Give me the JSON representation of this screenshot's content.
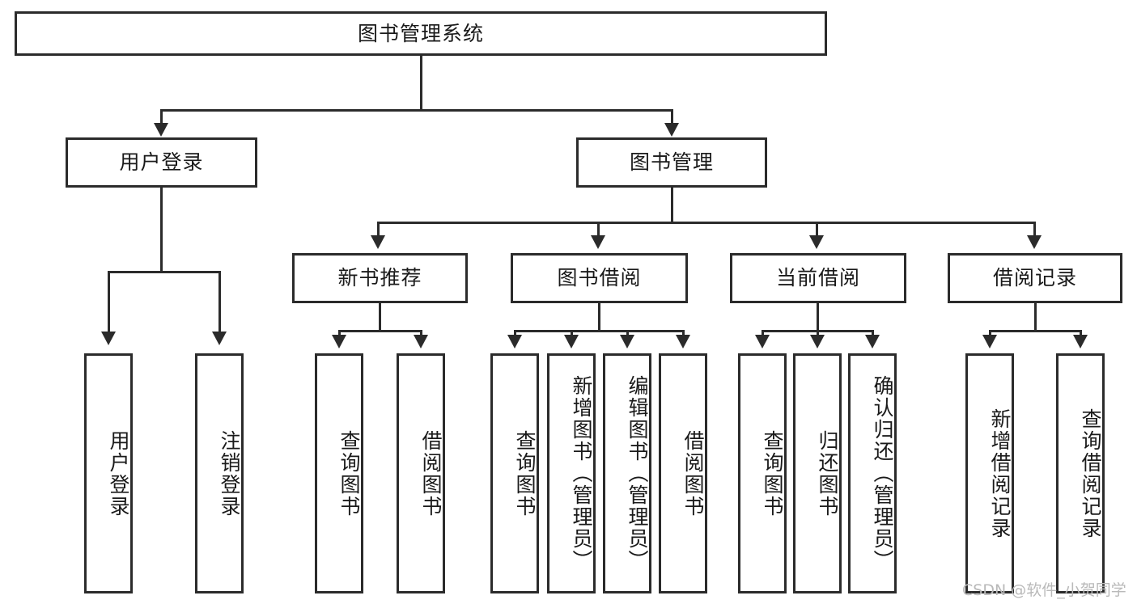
{
  "diagram": {
    "title": "图书管理系统",
    "type": "tree-hierarchy",
    "root": {
      "id": "root",
      "label": "图书管理系统"
    },
    "level2": [
      {
        "id": "user-login",
        "label": "用户登录"
      },
      {
        "id": "book-manage",
        "label": "图书管理"
      }
    ],
    "level3": [
      {
        "id": "new-book-recommend",
        "label": "新书推荐",
        "parent": "book-manage"
      },
      {
        "id": "book-borrow",
        "label": "图书借阅",
        "parent": "book-manage"
      },
      {
        "id": "current-borrow",
        "label": "当前借阅",
        "parent": "book-manage"
      },
      {
        "id": "borrow-record",
        "label": "借阅记录",
        "parent": "book-manage"
      }
    ],
    "leaves": [
      {
        "id": "leaf-user-login",
        "label": "用户登录",
        "parent": "user-login"
      },
      {
        "id": "leaf-logout-login",
        "label": "注销登录",
        "parent": "user-login"
      },
      {
        "id": "leaf-query-book-1",
        "label": "查询图书",
        "parent": "new-book-recommend"
      },
      {
        "id": "leaf-borrow-book-1",
        "label": "借阅图书",
        "parent": "new-book-recommend"
      },
      {
        "id": "leaf-query-book-2",
        "label": "查询图书",
        "parent": "book-borrow"
      },
      {
        "id": "leaf-add-book",
        "label": "新增图书（管理员）",
        "parent": "book-borrow"
      },
      {
        "id": "leaf-edit-book",
        "label": "编辑图书（管理员）",
        "parent": "book-borrow"
      },
      {
        "id": "leaf-borrow-book-2",
        "label": "借阅图书",
        "parent": "book-borrow"
      },
      {
        "id": "leaf-query-book-3",
        "label": "查询图书",
        "parent": "current-borrow"
      },
      {
        "id": "leaf-return-book",
        "label": "归还图书",
        "parent": "current-borrow"
      },
      {
        "id": "leaf-confirm-return",
        "label": "确认归还（管理员）",
        "parent": "current-borrow"
      },
      {
        "id": "leaf-add-record",
        "label": "新增借阅记录",
        "parent": "borrow-record"
      },
      {
        "id": "leaf-query-record",
        "label": "查询借阅记录",
        "parent": "borrow-record"
      }
    ],
    "colors": {
      "stroke": "#2b2b2b",
      "fill": "#ffffff",
      "text": "#1a1a1a",
      "watermark": "#b9b9b9"
    }
  },
  "watermark": {
    "text": "CSDN @软件_小贺同学"
  }
}
